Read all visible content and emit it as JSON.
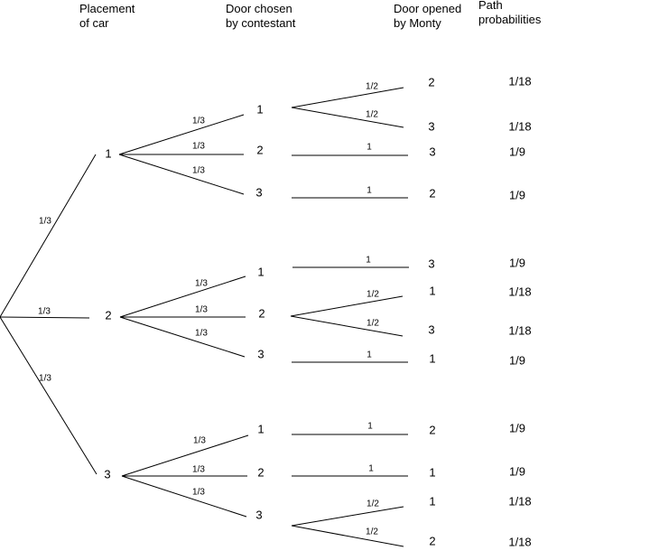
{
  "headers": {
    "car": [
      "Placement",
      "of car"
    ],
    "contestant": [
      "Door chosen",
      "by contestant"
    ],
    "monty": [
      "Door opened",
      "by Monty"
    ],
    "path": [
      "Path",
      "probabilities"
    ]
  },
  "tree": {
    "root_edge_probs": [
      "1/3",
      "1/3",
      "1/3"
    ],
    "cars": [
      {
        "label": "1",
        "choices": [
          {
            "edge_prob": "1/3",
            "label": "1",
            "opens": [
              {
                "edge_prob": "1/2",
                "label": "2",
                "path_prob": "1/18"
              },
              {
                "edge_prob": "1/2",
                "label": "3",
                "path_prob": "1/18"
              }
            ]
          },
          {
            "edge_prob": "1/3",
            "label": "2",
            "opens": [
              {
                "edge_prob": "1",
                "label": "3",
                "path_prob": "1/9"
              }
            ]
          },
          {
            "edge_prob": "1/3",
            "label": "3",
            "opens": [
              {
                "edge_prob": "1",
                "label": "2",
                "path_prob": "1/9"
              }
            ]
          }
        ]
      },
      {
        "label": "2",
        "choices": [
          {
            "edge_prob": "1/3",
            "label": "1",
            "opens": [
              {
                "edge_prob": "1",
                "label": "3",
                "path_prob": "1/9"
              }
            ]
          },
          {
            "edge_prob": "1/3",
            "label": "2",
            "opens": [
              {
                "edge_prob": "1/2",
                "label": "1",
                "path_prob": "1/18"
              },
              {
                "edge_prob": "1/2",
                "label": "3",
                "path_prob": "1/18"
              }
            ]
          },
          {
            "edge_prob": "1/3",
            "label": "3",
            "opens": [
              {
                "edge_prob": "1",
                "label": "1",
                "path_prob": "1/9"
              }
            ]
          }
        ]
      },
      {
        "label": "3",
        "choices": [
          {
            "edge_prob": "1/3",
            "label": "1",
            "opens": [
              {
                "edge_prob": "1",
                "label": "2",
                "path_prob": "1/9"
              }
            ]
          },
          {
            "edge_prob": "1/3",
            "label": "2",
            "opens": [
              {
                "edge_prob": "1",
                "label": "1",
                "path_prob": "1/9"
              }
            ]
          },
          {
            "edge_prob": "1/3",
            "label": "3",
            "opens": [
              {
                "edge_prob": "1/2",
                "label": "1",
                "path_prob": "1/18"
              },
              {
                "edge_prob": "1/2",
                "label": "2",
                "path_prob": "1/18"
              }
            ]
          }
        ]
      }
    ]
  }
}
